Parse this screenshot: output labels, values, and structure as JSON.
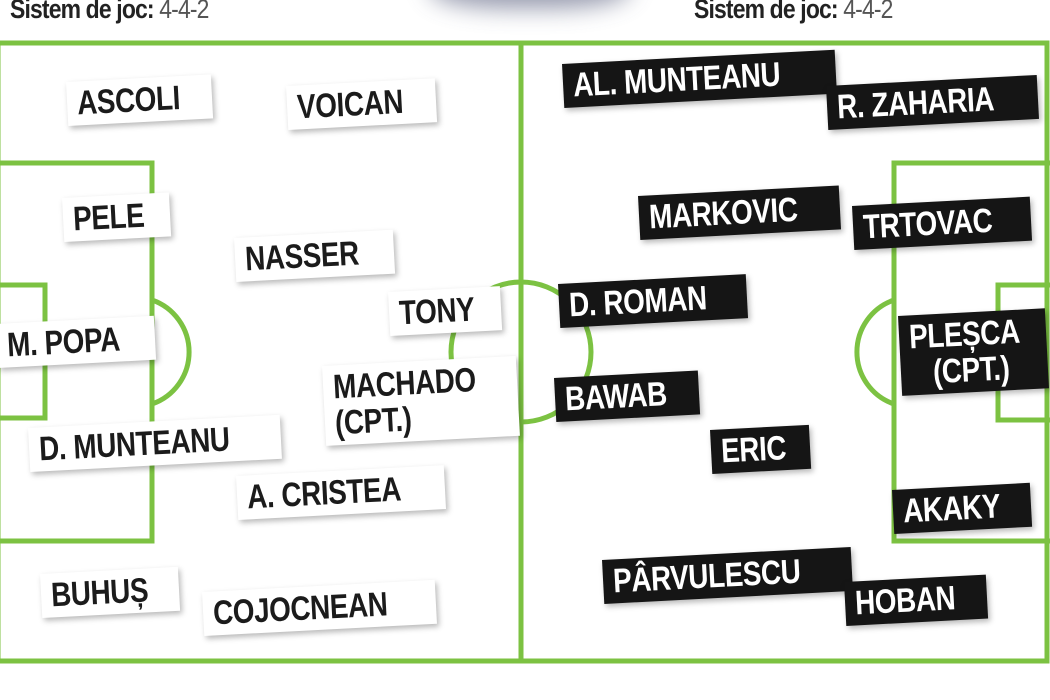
{
  "header": {
    "left": {
      "label": "Sistem de joc:",
      "value": "4-4-2"
    },
    "right": {
      "label": "Sistem de joc:",
      "value": "4-4-2"
    }
  },
  "colors": {
    "pitch_line": "#7cc242",
    "home_label_bg": "#ffffff",
    "away_label_bg": "#151515"
  },
  "home_team": [
    "ASCOLI",
    "VOICAN",
    "PELE",
    "NASSER",
    "TONY",
    "M. POPA",
    "MACHADO\n(CPT.)",
    "D. MUNTEANU",
    "A. CRISTEA",
    "BUHUȘ",
    "COJOCNEAN"
  ],
  "away_team": [
    "AL. MUNTEANU",
    "R. ZAHARIA",
    "MARKOVIC",
    "TRTOVAC",
    "D. ROMAN",
    "PLEȘCA\n   (CPT.)",
    "BAWAB",
    "ERIC",
    "AKAKY",
    "PÂRVULESCU",
    "HOBAN"
  ]
}
